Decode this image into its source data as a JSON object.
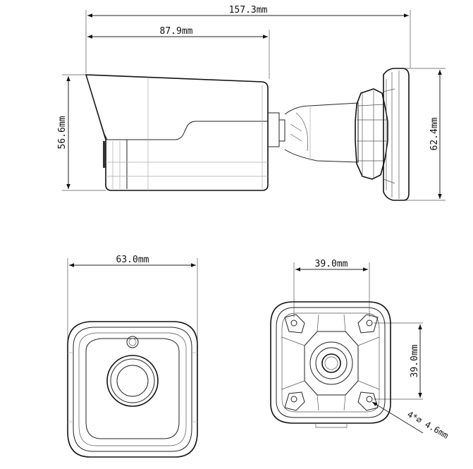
{
  "dimensions": {
    "total_length": "157.3mm",
    "body_length": "87.9mm",
    "body_height": "56.6mm",
    "mount_height": "62.4mm",
    "front_width": "63.0mm",
    "mount_hole_spacing_h": "39.0mm",
    "mount_hole_spacing_v": "39.0mm",
    "mount_hole_spec": "4*∅ 4.6mm"
  }
}
